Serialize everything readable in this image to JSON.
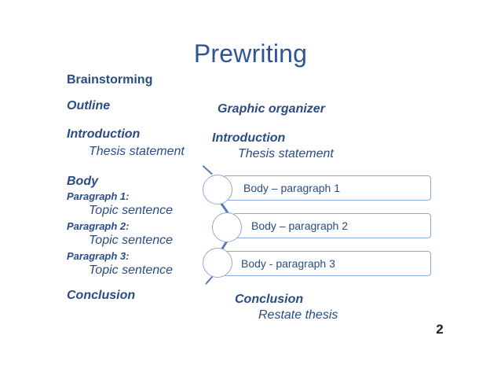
{
  "slide": {
    "title": "Prewriting",
    "page_number": "2",
    "accent_color": "#2e5496",
    "text_color": "#2a4c84",
    "shape_border_color": "#8faadc",
    "connector_color": "#5b7bb4",
    "background_color": "#ffffff"
  },
  "left_column": {
    "brainstorming": "Brainstorming",
    "outline": "Outline",
    "introduction": "Introduction",
    "thesis_statement": "Thesis statement",
    "body": "Body",
    "paragraph_1": "Paragraph 1:",
    "topic_sentence_1": "Topic sentence",
    "paragraph_2": "Paragraph 2:",
    "topic_sentence_2": "Topic sentence",
    "paragraph_3": "Paragraph 3:",
    "topic_sentence_3": "Topic sentence",
    "conclusion": "Conclusion"
  },
  "right_column": {
    "graphic_organizer": "Graphic organizer",
    "introduction": "Introduction",
    "thesis_statement": "Thesis statement",
    "conclusion": "Conclusion",
    "restate_thesis": "Restate thesis"
  },
  "organizer": {
    "boxes": [
      {
        "label": "Body – paragraph 1"
      },
      {
        "label": "Body – paragraph 2"
      },
      {
        "label": "Body - paragraph 3"
      }
    ]
  }
}
